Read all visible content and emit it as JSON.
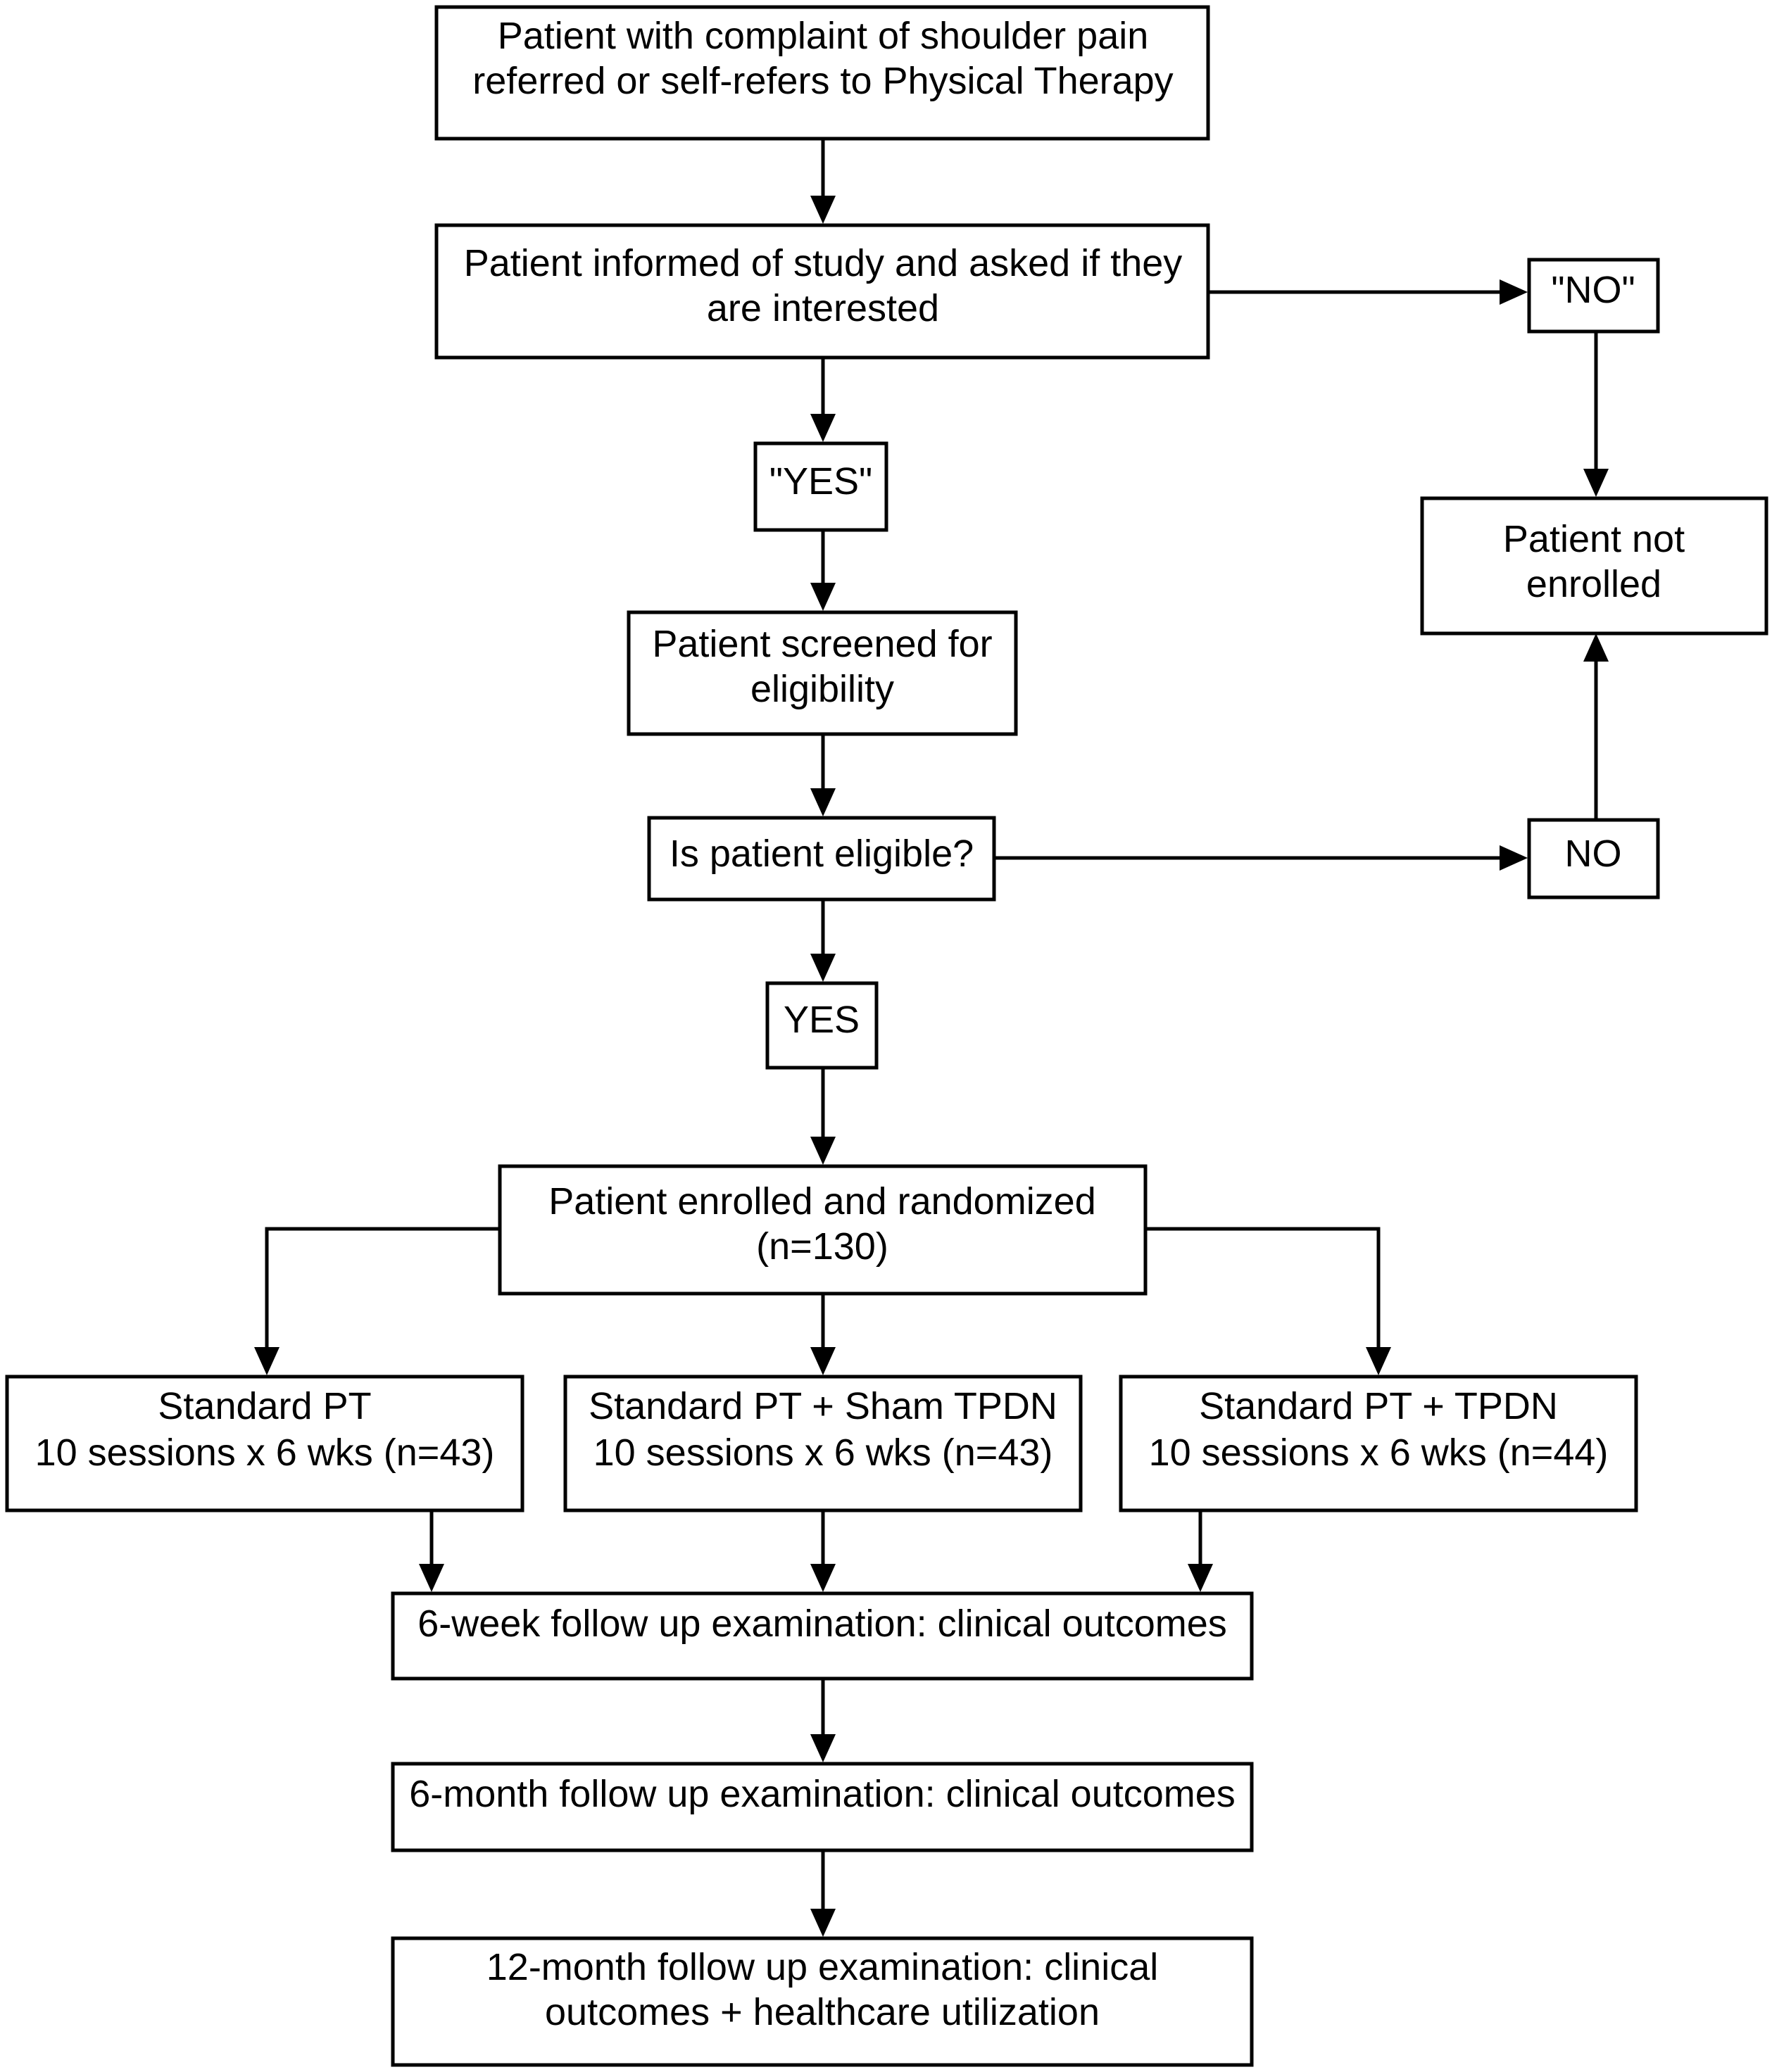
{
  "colors": {
    "background": "#ffffff",
    "stroke": "#000000",
    "text": "#000000"
  },
  "nodes": {
    "start": {
      "line1": "Patient with complaint of shoulder pain",
      "line2": "referred or self-refers to Physical Therapy"
    },
    "informed": {
      "line1": "Patient informed of study and asked if they",
      "line2": "are interested"
    },
    "not_interested": {
      "line1": "\"NO\""
    },
    "not_enrolled": {
      "line1": "Patient not",
      "line2": "enrolled"
    },
    "interested": {
      "line1": "\"YES\""
    },
    "screened": {
      "line1": "Patient screened for",
      "line2": "eligibility"
    },
    "eligible_question": {
      "line1": "Is patient eligible?"
    },
    "not_eligible": {
      "line1": "NO"
    },
    "eligible": {
      "line1": "YES"
    },
    "randomized": {
      "line1": "Patient enrolled and randomized",
      "line2": "(n=130)"
    },
    "group_standard": {
      "line1": "Standard PT",
      "line2": "10 sessions x 6 wks (n=43)"
    },
    "group_sham": {
      "line1": "Standard PT + Sham TPDN",
      "line2": "10 sessions x 6 wks (n=43)"
    },
    "group_tpdn": {
      "line1": "Standard PT + TPDN",
      "line2": "10 sessions x 6 wks (n=44)"
    },
    "followup_6week": {
      "line1": "6-week follow up examination: clinical outcomes"
    },
    "followup_6month": {
      "line1": "6-month follow up examination: clinical outcomes"
    },
    "followup_12month": {
      "line1": "12-month follow up examination: clinical",
      "line2": "outcomes + healthcare utilization"
    }
  }
}
